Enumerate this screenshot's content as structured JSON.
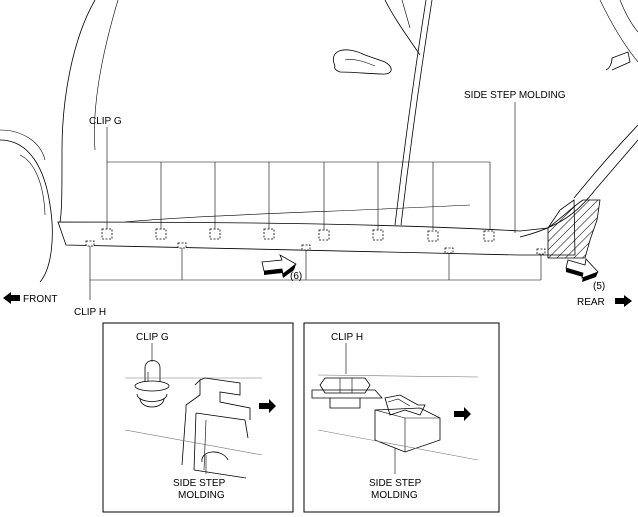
{
  "labels": {
    "side_step_molding": "SIDE STEP MOLDING",
    "clip_g": "CLIP G",
    "clip_h": "CLIP H",
    "front": "FRONT",
    "rear": "REAR",
    "step_6": "(6)",
    "step_5": "(5)"
  },
  "detail_g": {
    "clip_label": "CLIP G",
    "molding_line1": "SIDE STEP",
    "molding_line2": "MOLDING"
  },
  "detail_h": {
    "clip_label": "CLIP H",
    "molding_line1": "SIDE STEP",
    "molding_line2": "MOLDING"
  }
}
